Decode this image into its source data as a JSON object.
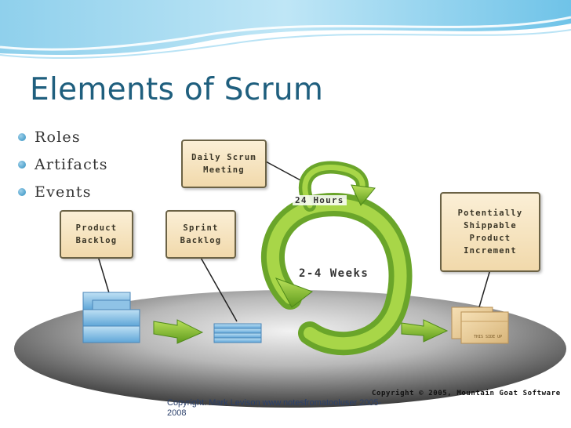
{
  "slide": {
    "title": "Elements of Scrum",
    "bullets": [
      "Roles",
      "Artifacts",
      "Events"
    ]
  },
  "diagram": {
    "product_backlog": [
      "Product",
      "Backlog"
    ],
    "sprint_backlog": [
      "Sprint",
      "Backlog"
    ],
    "daily_scrum": [
      "Daily Scrum",
      "Meeting"
    ],
    "increment": [
      "Potentially",
      "Shippable",
      "Product",
      "Increment"
    ],
    "hours_label": "24 Hours",
    "weeks_label": "2-4 Weeks",
    "box_label": "THIS SIDE UP",
    "mg_copyright": "Copyright © 2005, Mountain Goat Software"
  },
  "footer": {
    "copyright": "Copyright: Mark Levison www.notesfromatooluser 2005-2008"
  }
}
